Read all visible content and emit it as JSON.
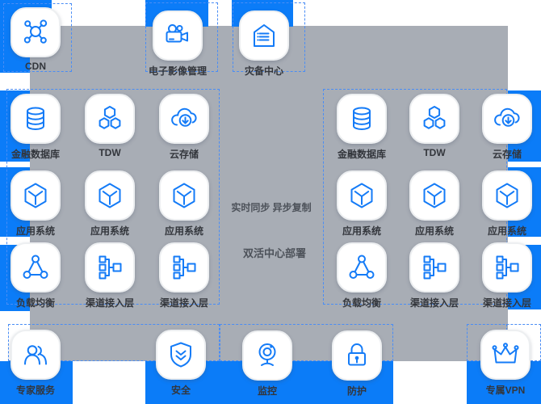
{
  "colors": {
    "background": "#FFFFFF",
    "accent_blue": "#0B7CF8",
    "panel_gray": "#A8ADB5",
    "icon_blue": "#147BF7",
    "dashed_border": "#4A8DF5",
    "label_text": "#33363C",
    "center_text": "#4D525A"
  },
  "top_row": [
    {
      "label": "CDN",
      "icon": "network-icon"
    },
    {
      "label": "电子影像管理",
      "icon": "video-camera-icon"
    },
    {
      "label": "灾备中心",
      "icon": "house-icon"
    }
  ],
  "cluster": [
    [
      {
        "label": "金融数据库",
        "icon": "database-icon"
      },
      {
        "label": "TDW",
        "icon": "hexagons-icon"
      },
      {
        "label": "云存储",
        "icon": "cloud-download-icon"
      }
    ],
    [
      {
        "label": "应用系统",
        "icon": "cube-icon"
      },
      {
        "label": "应用系统",
        "icon": "cube-icon"
      },
      {
        "label": "应用系统",
        "icon": "cube-icon"
      }
    ],
    [
      {
        "label": "负载均衡",
        "icon": "load-balancer-icon"
      },
      {
        "label": "渠道接入层",
        "icon": "hierarchy-icon"
      },
      {
        "label": "渠道接入层",
        "icon": "hierarchy-icon"
      }
    ]
  ],
  "center": {
    "line1": "实时同步 异步复制",
    "line2": "双活中心部署"
  },
  "bottom_row": [
    {
      "label": "专家服务",
      "icon": "users-icon"
    },
    {
      "label": "安全",
      "icon": "shield-icon"
    },
    {
      "label": "监控",
      "icon": "webcam-icon"
    },
    {
      "label": "防护",
      "icon": "lock-icon"
    },
    {
      "label": "专属VPN",
      "icon": "crown-icon"
    }
  ]
}
